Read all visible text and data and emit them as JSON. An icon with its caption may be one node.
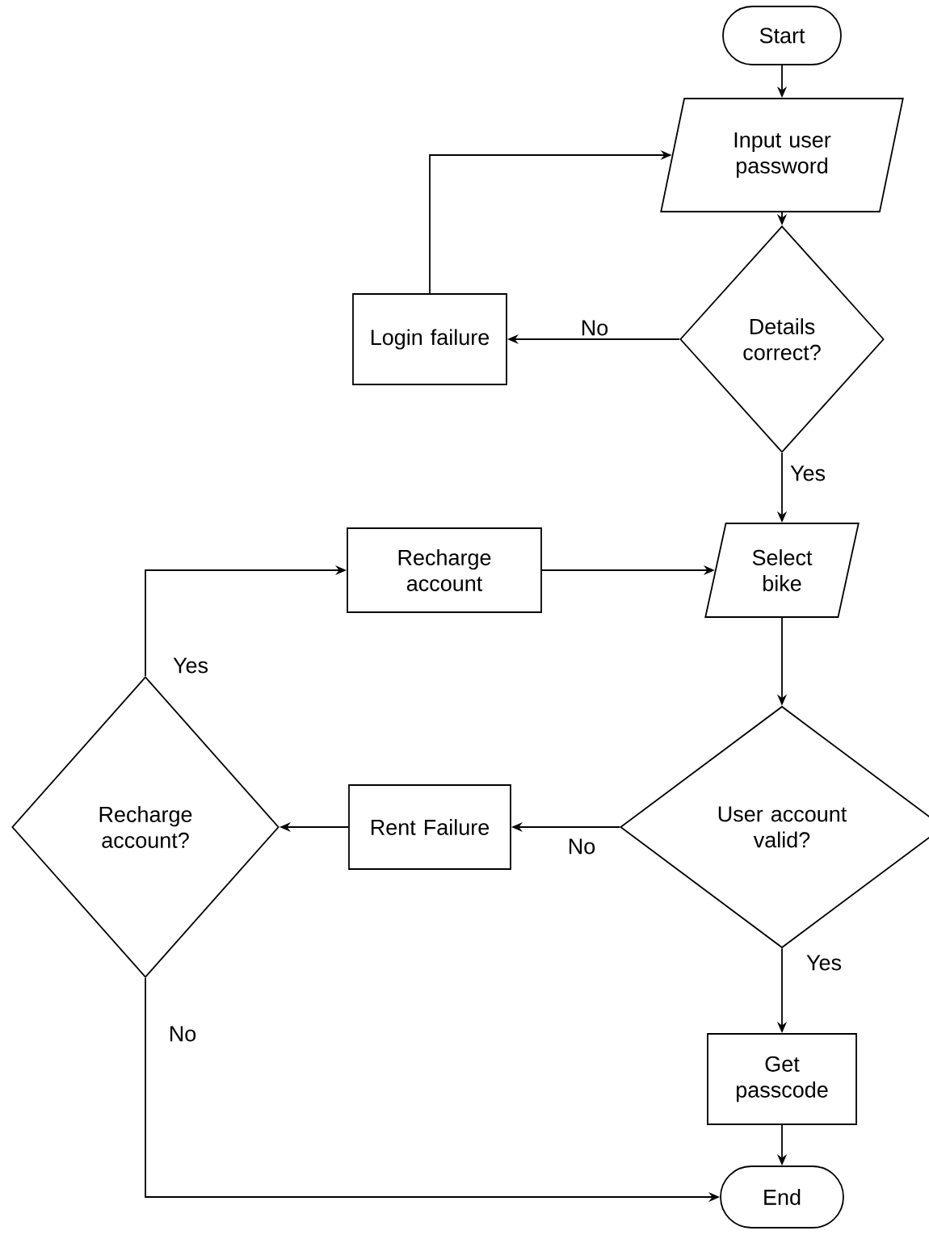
{
  "diagram": {
    "nodes": [
      {
        "text": [
          "Start"
        ]
      },
      {
        "text": [
          "Input user password"
        ]
      },
      {
        "text": [
          "Details correct?"
        ]
      },
      {
        "text": [
          "Login failure"
        ]
      },
      {
        "text": [
          "Select bike"
        ]
      },
      {
        "text": [
          "Recharge account"
        ]
      },
      {
        "text": [
          "User account valid?"
        ]
      },
      {
        "text": [
          "Rent Failure"
        ]
      },
      {
        "text": [
          "Recharge account?"
        ]
      },
      {
        "text": [
          "Get passcode"
        ]
      },
      {
        "text": [
          "End"
        ]
      }
    ],
    "edges": [
      {
        "from": 0,
        "to": 1,
        "arrow": "to"
      },
      {
        "from": 1,
        "to": 2,
        "arrow": "to"
      },
      {
        "from": 2,
        "to": 3,
        "arrow": "to",
        "label": "No"
      },
      {
        "from": 3,
        "to": 1,
        "arrow": "to"
      },
      {
        "from": 2,
        "to": 4,
        "arrow": "to",
        "label": "Yes"
      },
      {
        "from": 5,
        "to": 4,
        "arrow": "to"
      },
      {
        "from": 4,
        "to": 6,
        "arrow": "to"
      },
      {
        "from": 6,
        "to": 7,
        "arrow": "to",
        "label": "No"
      },
      {
        "from": 7,
        "to": 8,
        "arrow": "to"
      },
      {
        "from": 8,
        "to": 5,
        "arrow": "to",
        "label": "Yes"
      },
      {
        "from": 8,
        "to": 10,
        "arrow": "to",
        "label": "No"
      },
      {
        "from": 6,
        "to": 9,
        "arrow": "to",
        "label": "Yes"
      },
      {
        "from": 9,
        "to": 10,
        "arrow": "to"
      }
    ]
  }
}
